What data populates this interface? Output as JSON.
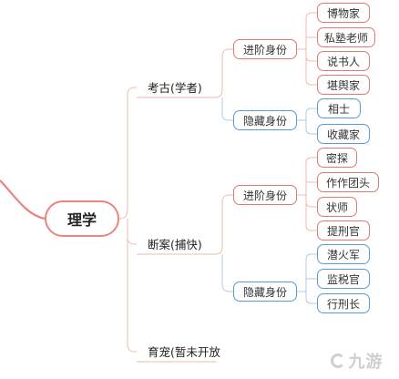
{
  "root": {
    "label": "理学"
  },
  "branches": {
    "kaogu": {
      "label": "考古(学者)"
    },
    "duanan": {
      "label": "断案(捕快)"
    },
    "yuchong": {
      "label": "育宠(暂未开放"
    }
  },
  "kaogu": {
    "advanced": {
      "label": "进阶身份",
      "items": [
        "博物家",
        "私塾老师",
        "说书人",
        "堪舆家"
      ]
    },
    "hidden": {
      "label": "隐藏身份",
      "items": [
        "相士",
        "收藏家"
      ]
    }
  },
  "duanan": {
    "advanced": {
      "label": "进阶身份",
      "items": [
        "密探",
        "作作团头",
        "状师",
        "提刑官"
      ]
    },
    "hidden": {
      "label": "隐藏身份",
      "items": [
        "潜火军",
        "监税官",
        "行刑长"
      ]
    }
  },
  "watermark": {
    "text": "九游"
  },
  "colors": {
    "red": "#e07a72",
    "blue": "#5b9bd5",
    "root_border": "#e8857c"
  }
}
